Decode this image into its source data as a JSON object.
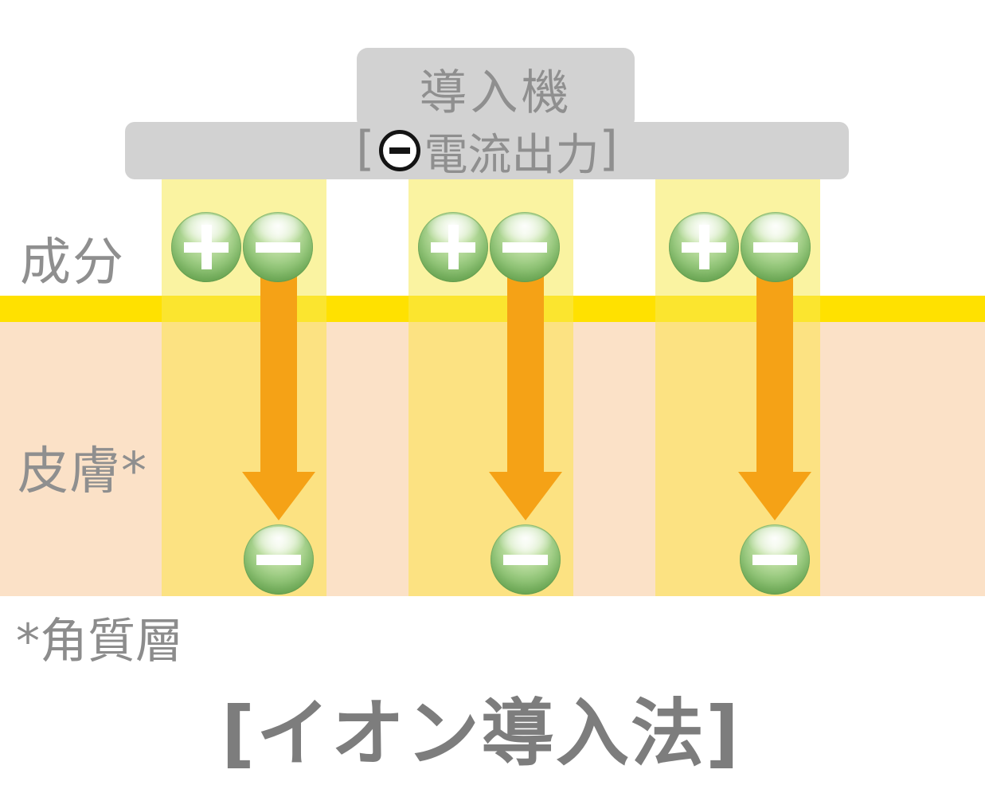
{
  "device": {
    "label": "導入機"
  },
  "electrode": {
    "bracket_open": "[",
    "label": "電流出力",
    "bracket_close": "]"
  },
  "labels": {
    "ingredient": "成分",
    "skin": "皮膚*",
    "footnote": "*角質層"
  },
  "title": "[イオン導入法]",
  "icons": {
    "electrode_polarity": "minus-circle-icon",
    "positive_ion": "plus-icon",
    "negative_ion": "minus-icon",
    "flow": "down-arrow-icon"
  },
  "colors": {
    "device_gray": "#D2D2D2",
    "label_gray": "#8F8F8F",
    "title_gray": "#7D7D7D",
    "skin": "#FBE1C7",
    "skin_surface_yellow": "#FFE100",
    "beam_above_skin": "#FAF3A1",
    "beam_over_surface": "#FBE52F",
    "beam_in_skin": "#FCE282",
    "arrow_orange": "#F5A216",
    "ion_green": "#77B25F"
  }
}
